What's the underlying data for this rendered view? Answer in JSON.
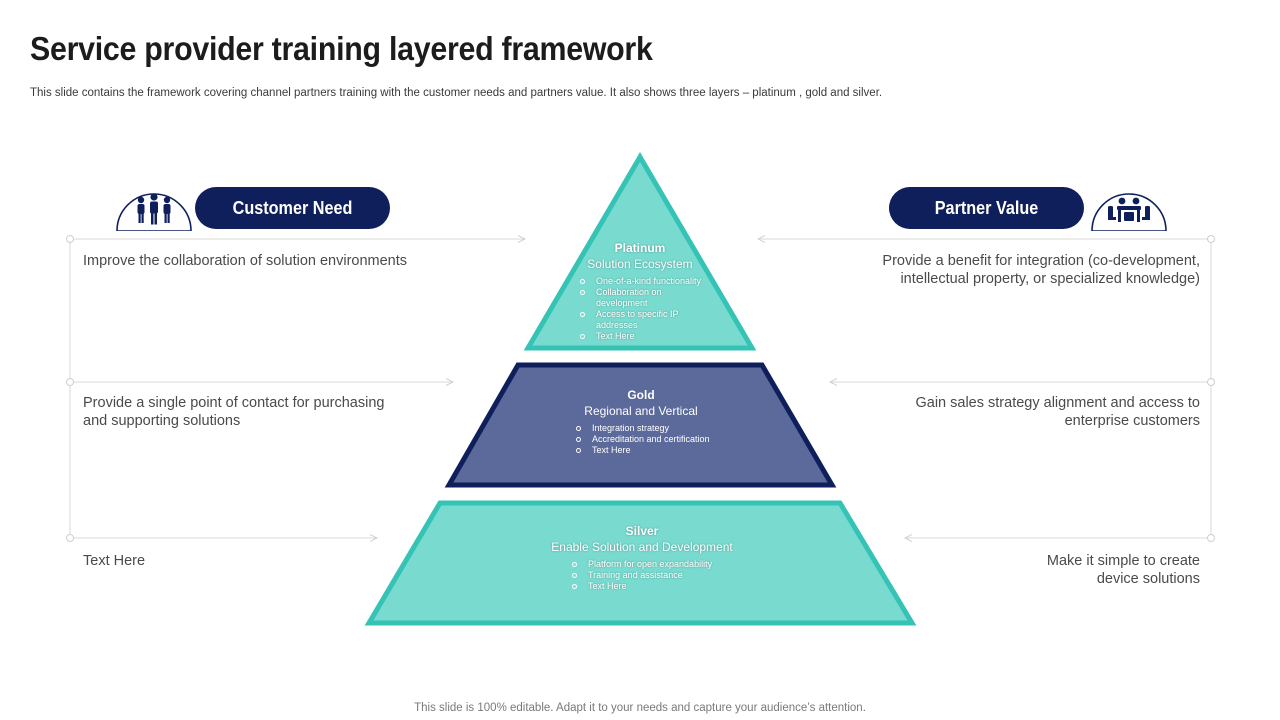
{
  "slide": {
    "title": "Service provider training layered framework",
    "subtitle": "This slide contains the framework covering channel partners training with the customer needs and partners value. It also shows three layers – platinum , gold and silver.",
    "footer": "This slide is 100% editable. Adapt it to your needs and capture your audience’s attention."
  },
  "colors": {
    "navy": "#0e1f5b",
    "teal_fill": "#79dbd0",
    "teal_border": "#34c3b4",
    "gold_fill": "#5b6a9b",
    "gold_border": "#0e1f5b",
    "connector": "#d6d6d6"
  },
  "customer_need": {
    "label": "Customer Need",
    "icon": "team-people-icon",
    "items": [
      "Improve the collaboration of solution environments",
      "Provide a single point of contact for purchasing and supporting solutions",
      "Text Here"
    ]
  },
  "partner_value": {
    "label": "Partner Value",
    "icon": "meeting-table-icon",
    "items": [
      "Provide a benefit for integration (co-development, intellectual property, or specialized knowledge)",
      "Gain sales strategy alignment and access to enterprise customers",
      "Make it simple to create device solutions"
    ]
  },
  "layers": [
    {
      "name": "Platinum",
      "subtitle": "Solution Ecosystem",
      "points": [
        "One-of-a-kind functionality",
        "Collaboration on development",
        "Access to specific IP addresses",
        "Text Here"
      ]
    },
    {
      "name": "Gold",
      "subtitle": "Regional and Vertical",
      "points": [
        "Integration strategy",
        "Accreditation and certification",
        "Text Here"
      ]
    },
    {
      "name": "Silver",
      "subtitle": "Enable Solution and Development",
      "points": [
        "Platform for open expandability",
        "Training and assistance",
        "Text Here"
      ]
    }
  ]
}
